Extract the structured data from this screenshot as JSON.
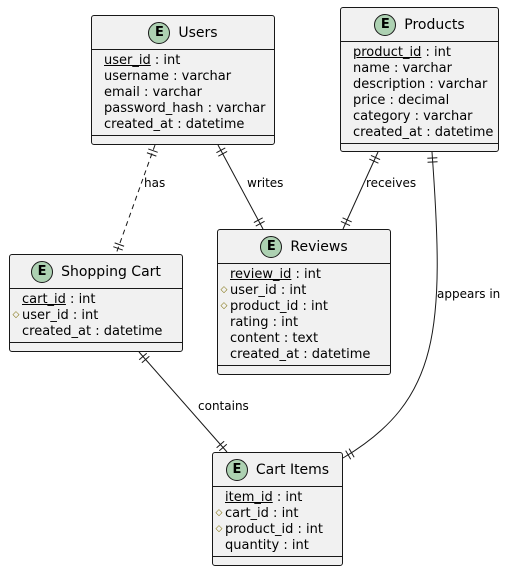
{
  "entities": [
    {
      "name": "Users",
      "badge": "E",
      "fields": [
        {
          "name": "user_id",
          "type": ": int",
          "pk": true
        },
        {
          "name": "username",
          "type": ": varchar"
        },
        {
          "name": "email",
          "type": ": varchar"
        },
        {
          "name": "password_hash",
          "type": ": varchar"
        },
        {
          "name": "created_at",
          "type": ": datetime"
        }
      ]
    },
    {
      "name": "Products",
      "badge": "E",
      "fields": [
        {
          "name": "product_id",
          "type": ": int",
          "pk": true
        },
        {
          "name": "name",
          "type": ": varchar"
        },
        {
          "name": "description",
          "type": ": varchar"
        },
        {
          "name": "price",
          "type": ": decimal"
        },
        {
          "name": "category",
          "type": ": varchar"
        },
        {
          "name": "created_at",
          "type": ": datetime"
        }
      ]
    },
    {
      "name": "Reviews",
      "badge": "E",
      "fields": [
        {
          "name": "review_id",
          "type": ": int",
          "pk": true
        },
        {
          "name": "user_id",
          "type": ": int",
          "fk": true
        },
        {
          "name": "product_id",
          "type": ": int",
          "fk": true
        },
        {
          "name": "rating",
          "type": ": int"
        },
        {
          "name": "content",
          "type": ": text"
        },
        {
          "name": "created_at",
          "type": ": datetime"
        }
      ]
    },
    {
      "name": "Shopping Cart",
      "badge": "E",
      "fields": [
        {
          "name": "cart_id",
          "type": ": int",
          "pk": true
        },
        {
          "name": "user_id",
          "type": ": int",
          "fk": true
        },
        {
          "name": "created_at",
          "type": ": datetime"
        }
      ]
    },
    {
      "name": "Cart Items",
      "badge": "E",
      "fields": [
        {
          "name": "item_id",
          "type": ": int",
          "pk": true
        },
        {
          "name": "cart_id",
          "type": ": int",
          "fk": true
        },
        {
          "name": "product_id",
          "type": ": int",
          "fk": true
        },
        {
          "name": "quantity",
          "type": ": int"
        }
      ]
    }
  ],
  "relations": [
    {
      "from": "Users",
      "to": "Shopping Cart",
      "label": "has",
      "style": "dashed"
    },
    {
      "from": "Users",
      "to": "Reviews",
      "label": "writes",
      "style": "solid"
    },
    {
      "from": "Products",
      "to": "Reviews",
      "label": "receives",
      "style": "solid"
    },
    {
      "from": "Products",
      "to": "Cart Items",
      "label": "appears in",
      "style": "solid"
    },
    {
      "from": "Shopping Cart",
      "to": "Cart Items",
      "label": "contains",
      "style": "solid"
    }
  ],
  "colors": {
    "entity_fill": "#F1F1F1",
    "badge_fill": "#ADD1B2",
    "border": "#181818",
    "fk_marker": "#7a6a00"
  }
}
